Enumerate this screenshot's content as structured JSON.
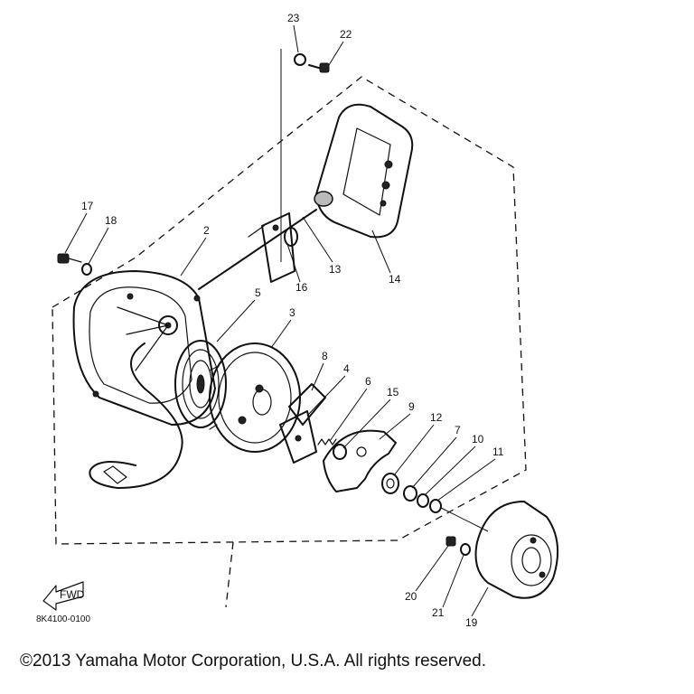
{
  "diagram": {
    "callouts": [
      {
        "id": "23",
        "label": "23"
      },
      {
        "id": "22",
        "label": "22"
      },
      {
        "id": "17",
        "label": "17"
      },
      {
        "id": "18",
        "label": "18"
      },
      {
        "id": "2",
        "label": "2"
      },
      {
        "id": "16",
        "label": "16"
      },
      {
        "id": "13",
        "label": "13"
      },
      {
        "id": "14",
        "label": "14"
      },
      {
        "id": "5",
        "label": "5"
      },
      {
        "id": "3",
        "label": "3"
      },
      {
        "id": "8",
        "label": "8"
      },
      {
        "id": "4",
        "label": "4"
      },
      {
        "id": "6",
        "label": "6"
      },
      {
        "id": "15",
        "label": "15"
      },
      {
        "id": "9",
        "label": "9"
      },
      {
        "id": "12",
        "label": "12"
      },
      {
        "id": "7",
        "label": "7"
      },
      {
        "id": "10",
        "label": "10"
      },
      {
        "id": "11",
        "label": "11"
      },
      {
        "id": "20",
        "label": "20"
      },
      {
        "id": "21",
        "label": "21"
      },
      {
        "id": "19",
        "label": "19"
      }
    ],
    "fwd_label": "FWD",
    "drawing_code": "8K4100-0100"
  },
  "footer": {
    "copyright": "©2013 Yamaha Motor Corporation, U.S.A. All rights reserved."
  }
}
